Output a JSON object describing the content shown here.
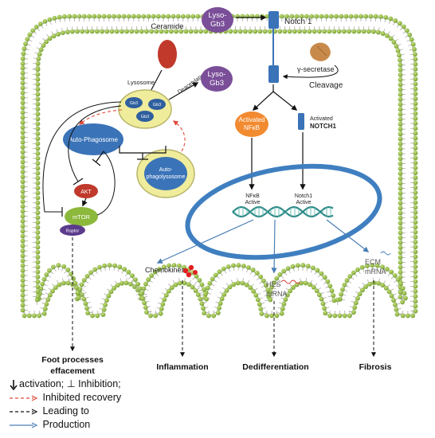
{
  "molecules": {
    "lyso_gb3_top": [
      "Lyso-",
      "Gb3"
    ],
    "lyso_gb3_right": [
      "Lyso-",
      "Gb3"
    ],
    "notch1": "Notch 1",
    "gamma_secretase": "γ-secretase",
    "cleavage": "Cleavage",
    "ceramide": "Ceramide",
    "lysosome": "Lysosome",
    "deacetylation": "Deacetylation",
    "gb3": "Gb3",
    "activated_nfkb": [
      "Activated",
      "NFκB"
    ],
    "activated_notch1": [
      "Activated",
      "NOTCH1"
    ],
    "auto_phagosome": "Auto-Phagosome",
    "autophagolysosome": [
      "Auto-",
      "phagolysosome"
    ],
    "akt": "AKT",
    "mtor": "mTOR",
    "raptor": "Raptor",
    "nfkb_active": [
      "NFκB",
      "Active"
    ],
    "notch1_active": [
      "Notch1",
      "Active"
    ],
    "chemokines": "Chemokines",
    "hes_mrna": [
      "HES",
      "mRNA"
    ],
    "ecm_mrna": [
      "ECM",
      "mRNA"
    ]
  },
  "outcomes": {
    "foot_processes": [
      "Foot processes",
      "effacement"
    ],
    "inflammation": "Inflammation",
    "dedifferentiation": "Dedifferentiation",
    "fibrosis": "Fibrosis"
  },
  "legend": {
    "activation_inhibition": "activation; ⊥ Inhibition;",
    "inhibited_recovery": "Inhibited recovery",
    "leading_to": "Leading to",
    "production": "Production"
  },
  "colors": {
    "membrane_green": "#8cb83c",
    "nucleus_blue": "#3f7fc0",
    "organelle_blue": "#3a73b8",
    "lysosome_yellow": "#efec9c",
    "lyso_purple": "#7a4e98",
    "ceramide_red": "#c0392b",
    "nfkb_orange": "#f28a30",
    "inhibited_red": "#e04a3a",
    "production_blue": "#4a7fb5"
  }
}
